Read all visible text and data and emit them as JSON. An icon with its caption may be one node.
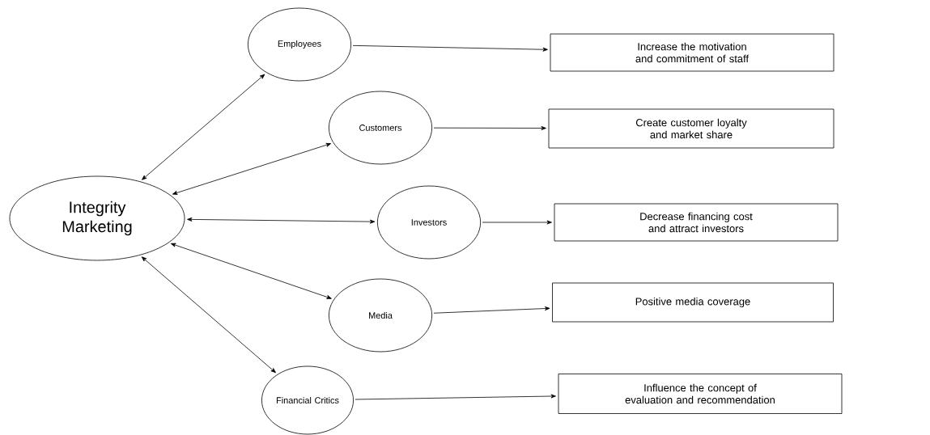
{
  "diagram": {
    "nodes": [
      {
        "text": [
          "Integrity Marketing"
        ]
      },
      {
        "text": [
          "Employees"
        ]
      },
      {
        "text": [
          "Customers"
        ]
      },
      {
        "text": [
          "Investors"
        ]
      },
      {
        "text": [
          "Media"
        ]
      },
      {
        "text": [
          "Financial Critics"
        ]
      },
      {
        "text": [
          "Increase the motivation and commitment of staff"
        ]
      },
      {
        "text": [
          "Create customer loyalty and market share"
        ]
      },
      {
        "text": [
          "Decrease financing cost and attract investors"
        ]
      },
      {
        "text": [
          "Positive media coverage"
        ]
      },
      {
        "text": [
          "Influence the concept of evaluation and recommendation"
        ]
      }
    ],
    "edges": [
      {
        "from": 0,
        "to": 1,
        "arrow": "both"
      },
      {
        "from": 0,
        "to": 2,
        "arrow": "both"
      },
      {
        "from": 0,
        "to": 3,
        "arrow": "both"
      },
      {
        "from": 0,
        "to": 4,
        "arrow": "both"
      },
      {
        "from": 0,
        "to": 5,
        "arrow": "both"
      },
      {
        "from": 1,
        "to": 6,
        "arrow": "to"
      },
      {
        "from": 2,
        "to": 7,
        "arrow": "to"
      },
      {
        "from": 3,
        "to": 8,
        "arrow": "to"
      },
      {
        "from": 4,
        "to": 9,
        "arrow": "to"
      },
      {
        "from": 5,
        "to": 10,
        "arrow": "to"
      }
    ]
  }
}
